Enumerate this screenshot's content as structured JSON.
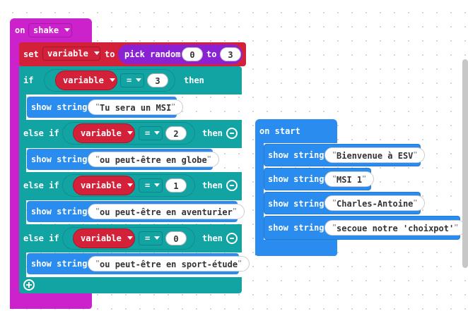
{
  "on_shake": {
    "label": "on",
    "gesture": "shake",
    "set_block": {
      "label": "set",
      "variable": "variable",
      "to_label": "to",
      "random": {
        "label": "pick random",
        "min": "0",
        "to_label": "to",
        "max": "3"
      }
    },
    "if_label": "if",
    "else_if_label": "else if",
    "then_label": "then",
    "show_label": "show string",
    "branches": [
      {
        "variable": "variable",
        "op": "=",
        "value": "3",
        "text": "Tu sera un MSI"
      },
      {
        "variable": "variable",
        "op": "=",
        "value": "2",
        "text": "ou peut-être en globe"
      },
      {
        "variable": "variable",
        "op": "=",
        "value": "1",
        "text": "ou peut-être en aventurier"
      },
      {
        "variable": "variable",
        "op": "=",
        "value": "0",
        "text": "ou peut-être en sport-étude"
      }
    ]
  },
  "on_start": {
    "label": "on start",
    "show_label": "show string",
    "strings": [
      "Bienvenue à ESV",
      "MSI 1",
      "Charles-Antoine",
      "secoue notre 'choixpot'"
    ]
  },
  "colors": {
    "events": "#cc22cc",
    "logic": "#12a3a3",
    "basic": "#2b8cf0",
    "variables": "#d4213a",
    "math": "#8a22d4"
  }
}
